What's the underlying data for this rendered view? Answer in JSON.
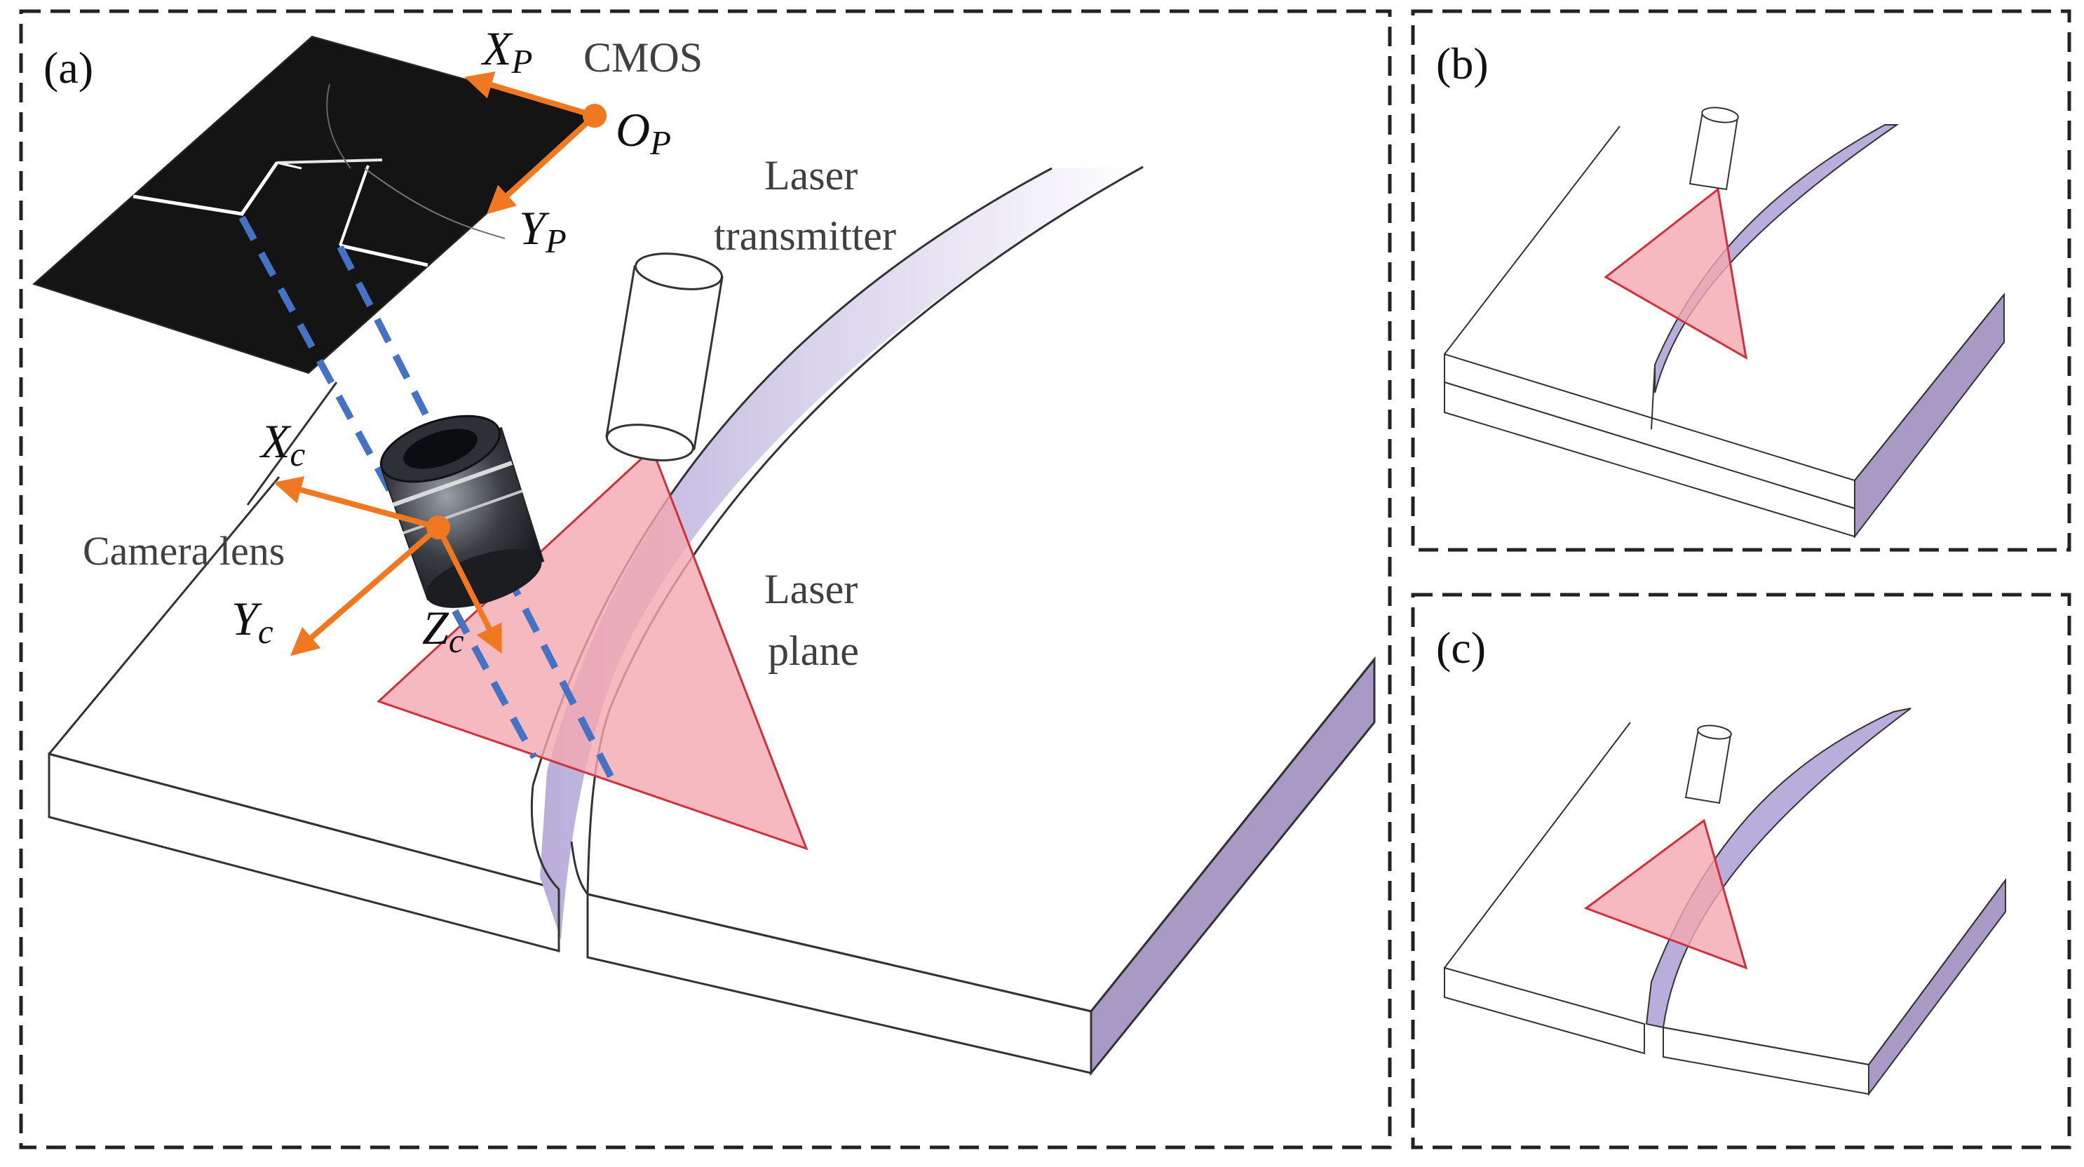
{
  "panels": {
    "a": {
      "label": "(a)"
    },
    "b": {
      "label": "(b)"
    },
    "c": {
      "label": "(c)"
    }
  },
  "labels": {
    "cmos": "CMOS",
    "laser_transmitter_line1": "Laser",
    "laser_transmitter_line2": "transmitter",
    "laser_plane_line1": "Laser",
    "laser_plane_line2": "plane",
    "camera_lens": "Camera lens"
  },
  "axes": {
    "xp": {
      "base": "X",
      "sub": "P"
    },
    "yp": {
      "base": "Y",
      "sub": "P"
    },
    "op": {
      "base": "O",
      "sub": "P"
    },
    "xc": {
      "base": "X",
      "sub": "c"
    },
    "yc": {
      "base": "Y",
      "sub": "c"
    },
    "zc": {
      "base": "Z",
      "sub": "c"
    }
  },
  "colors": {
    "axis_arrow": "#f07820",
    "ray_dash": "#4472c4",
    "laser_fill": "#f4a8b0",
    "laser_edge": "#d0303c",
    "plate_side": "#a89ac4",
    "border": "#222222"
  }
}
